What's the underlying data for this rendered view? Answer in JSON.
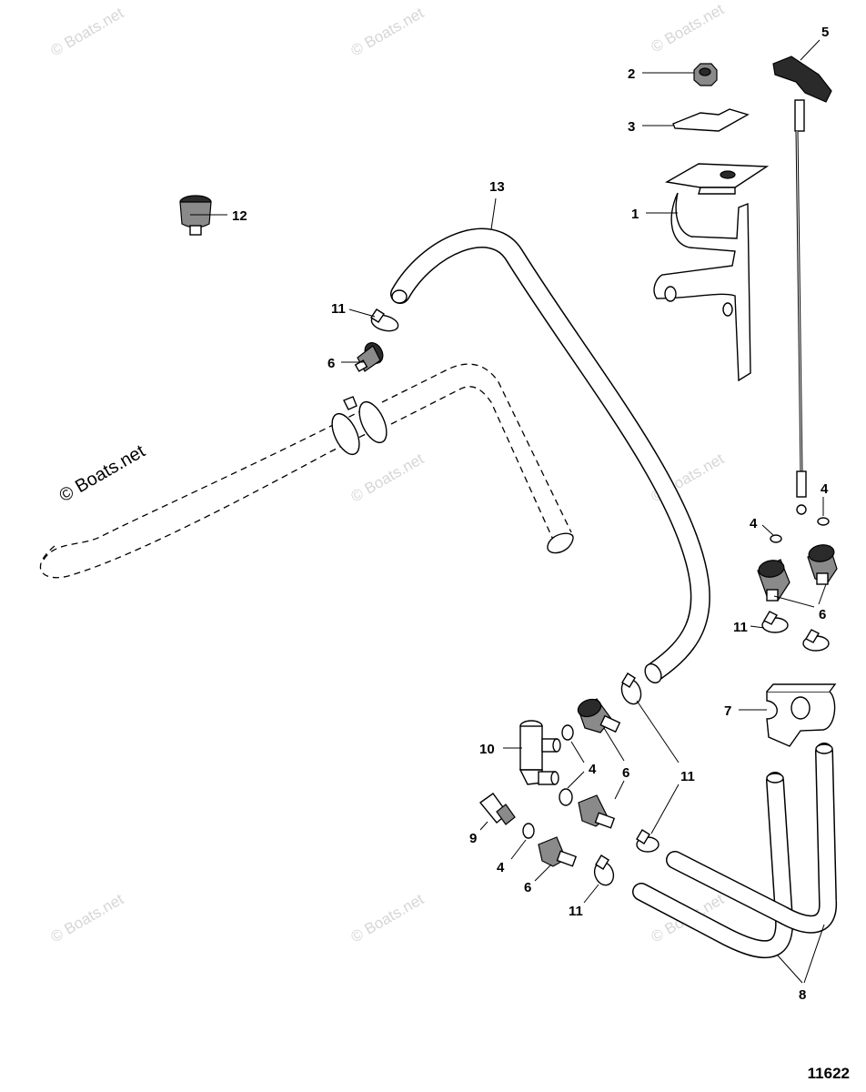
{
  "figure_number": "11622",
  "watermark": "© Boats.net",
  "callouts": {
    "c1": "1",
    "c2": "2",
    "c3": "3",
    "c4a": "4",
    "c4b": "4",
    "c4c": "4",
    "c4d": "4",
    "c5": "5",
    "c6a": "6",
    "c6b": "6",
    "c6c": "6",
    "c6d": "6",
    "c7": "7",
    "c8": "8",
    "c9": "9",
    "c10": "10",
    "c11a": "11",
    "c11b": "11",
    "c11c": "11",
    "c11d": "11",
    "c12": "12",
    "c13": "13"
  }
}
